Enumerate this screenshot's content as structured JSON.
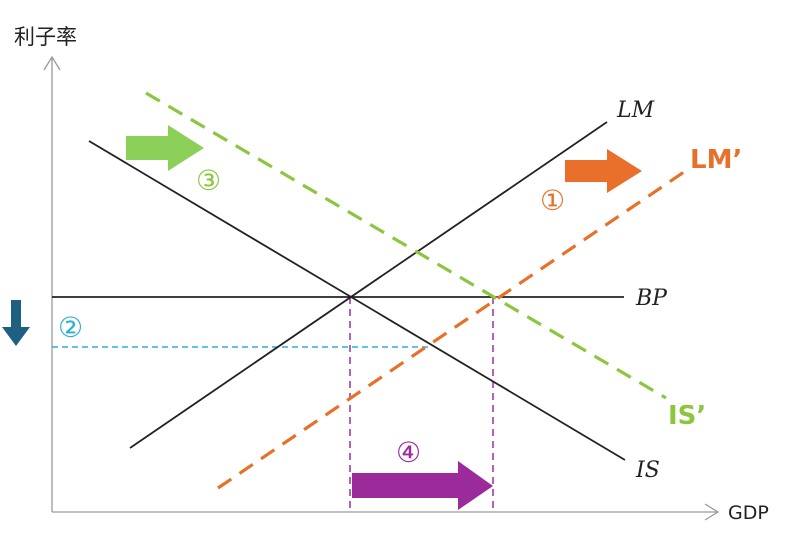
{
  "axes": {
    "y_label": "利子率",
    "x_label": "GDP"
  },
  "curves": {
    "lm": "LM",
    "lm_prime": "LM’",
    "bp": "BP",
    "is": "IS",
    "is_prime": "IS’"
  },
  "steps": {
    "one": "①",
    "two": "②",
    "three": "③",
    "four": "④"
  },
  "colors": {
    "axis": "#9a9a9a",
    "curve": "#222222",
    "lm_prime": "#e8702a",
    "is_prime": "#8cc63f",
    "rate_line": "#2ab0d0",
    "guide": "#9b30a0",
    "down_arrow": "#1f5f80",
    "arrow_green": "#8cd05a",
    "arrow_orange": "#e8702a",
    "arrow_purple": "#9b2a9b"
  }
}
